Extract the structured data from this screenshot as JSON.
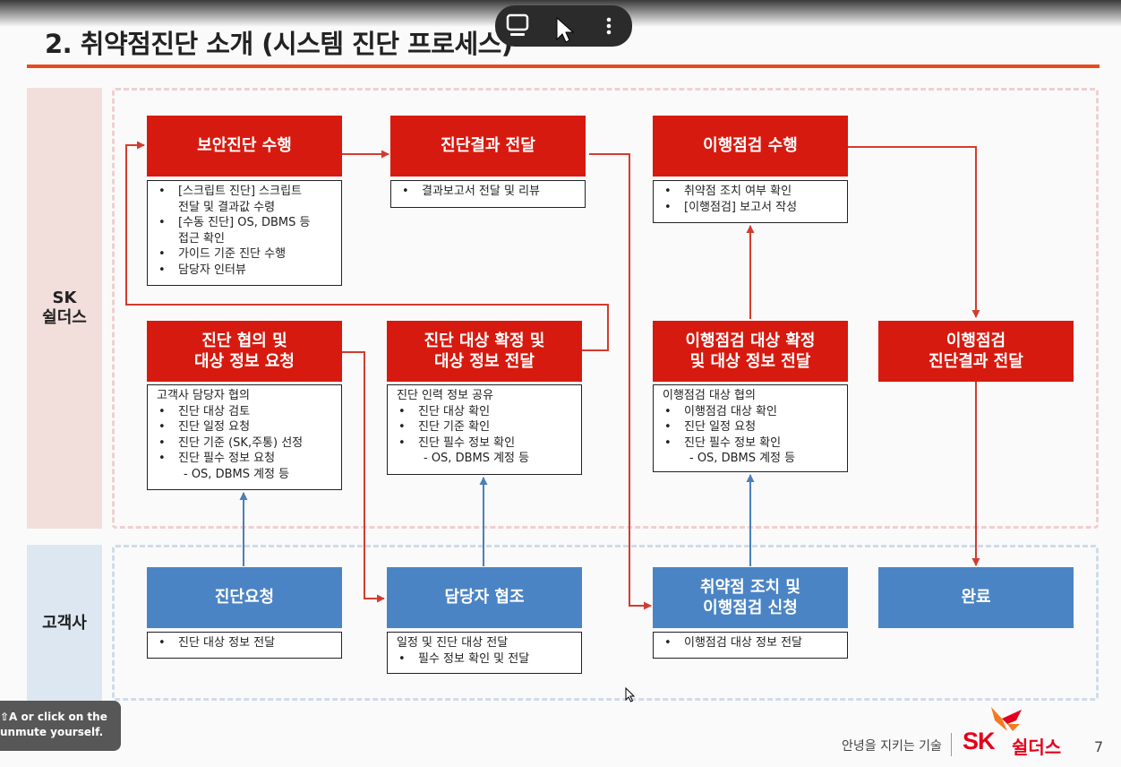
{
  "title": "2. 취약점진단 소개 (시스템 진단 프로세스)",
  "lanes": {
    "sk": "SK\n쉴더스",
    "customer": "고객사"
  },
  "boxes": {
    "b1": {
      "title": "보안진단 수행",
      "items": [
        {
          "t": "[스크립트 진단] 스크립트",
          "k": "b"
        },
        {
          "t": "전달 및 결과값 수령",
          "k": "cont"
        },
        {
          "t": "[수동 진단] OS, DBMS 등",
          "k": "b"
        },
        {
          "t": "접근 확인",
          "k": "cont"
        },
        {
          "t": "가이드 기준 진단 수행",
          "k": "b"
        },
        {
          "t": "담당자 인터뷰",
          "k": "b"
        }
      ]
    },
    "b2": {
      "title": "진단결과 전달",
      "items": [
        {
          "t": "결과보고서 전달 및 리뷰",
          "k": "b"
        }
      ]
    },
    "b3": {
      "title": "이행점검 수행",
      "items": [
        {
          "t": "취약점 조치 여부 확인",
          "k": "b"
        },
        {
          "t": "[이행점검] 보고서 작성",
          "k": "b"
        }
      ]
    },
    "b4": {
      "title": "진단 협의 및\n대상 정보 요청",
      "items": [
        {
          "t": "고객사 담당자 협의",
          "k": "p"
        },
        {
          "t": "진단 대상 검토",
          "k": "b"
        },
        {
          "t": "진단 일정 요청",
          "k": "b"
        },
        {
          "t": "진단 기준 (SK,주통) 선정",
          "k": "b"
        },
        {
          "t": "진단 필수 정보 요청",
          "k": "b"
        },
        {
          "t": "- OS, DBMS 계정 등",
          "k": "sub"
        }
      ]
    },
    "b5": {
      "title": "진단 대상 확정 및\n대상 정보 전달",
      "items": [
        {
          "t": "진단 인력 정보 공유",
          "k": "p"
        },
        {
          "t": "진단 대상 확인",
          "k": "b"
        },
        {
          "t": "진단 기준 확인",
          "k": "b"
        },
        {
          "t": "진단 필수 정보 확인",
          "k": "b"
        },
        {
          "t": "- OS, DBMS 계정 등",
          "k": "sub"
        }
      ]
    },
    "b6": {
      "title": "이행점검 대상 확정\n및 대상 정보 전달",
      "items": [
        {
          "t": "이행점검 대상 협의",
          "k": "p"
        },
        {
          "t": "이행점검 대상 확인",
          "k": "b"
        },
        {
          "t": "진단 일정 요청",
          "k": "b"
        },
        {
          "t": "진단 필수 정보 확인",
          "k": "b"
        },
        {
          "t": "- OS, DBMS 계정 등",
          "k": "sub"
        }
      ]
    },
    "b7": {
      "title": "이행점검\n진단결과 전달",
      "items": []
    },
    "c1": {
      "title": "진단요청",
      "items": [
        {
          "t": "진단 대상 정보 전달",
          "k": "b"
        }
      ]
    },
    "c2": {
      "title": "담당자 협조",
      "items": [
        {
          "t": "일정 및 진단 대상 전달",
          "k": "p"
        },
        {
          "t": "필수 정보 확인 및 전달",
          "k": "b"
        }
      ]
    },
    "c3": {
      "title": "취약점 조치 및\n이행점검 신청",
      "items": [
        {
          "t": "이행점검 대상 정보 전달",
          "k": "b"
        }
      ]
    },
    "c4": {
      "title": "완료",
      "items": []
    }
  },
  "popup": {
    "line1": "⇧A or click on the",
    "line2": "unmute yourself."
  },
  "footer": {
    "slogan": "안녕을 지키는 기술",
    "logo_sk": "SK",
    "logo_name": "쉴더스",
    "page": "7"
  },
  "colors": {
    "red": "#d71a0f",
    "blue": "#4b84c4",
    "accent": "#e84a1c"
  }
}
